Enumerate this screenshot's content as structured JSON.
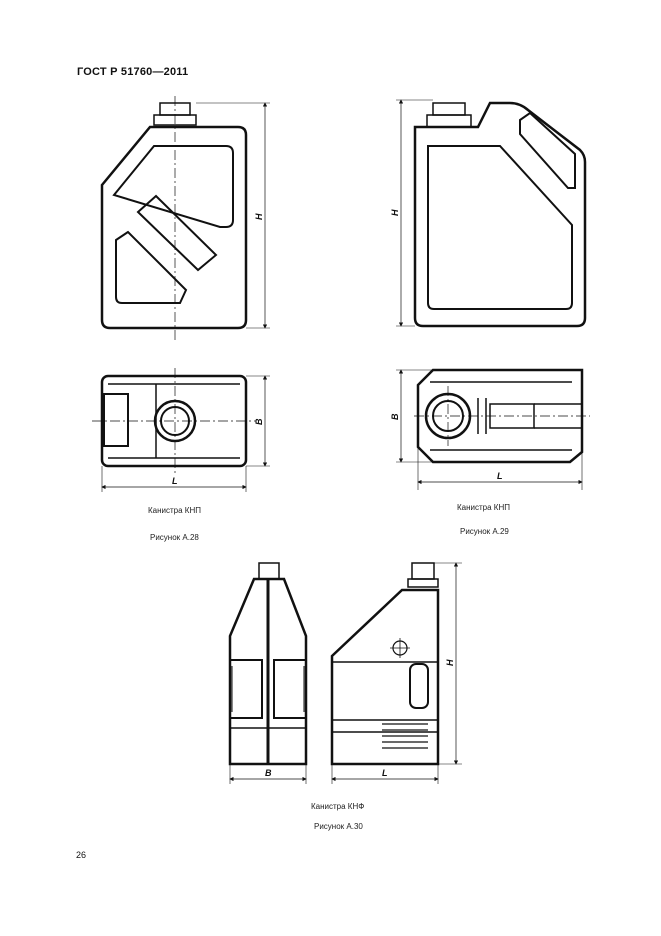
{
  "header": {
    "standard": "ГОСТ Р 51760—2011"
  },
  "figures": [
    {
      "caption": "Канистра КНП",
      "number": "Рисунок А.28"
    },
    {
      "caption": "Канистра КНП",
      "number": "Рисунок А.29"
    },
    {
      "caption": "Канистра КНФ",
      "number": "Рисунок А.30"
    }
  ],
  "dimension_labels": {
    "height": "H",
    "width": "B",
    "length": "L"
  },
  "page": {
    "number": "26"
  }
}
